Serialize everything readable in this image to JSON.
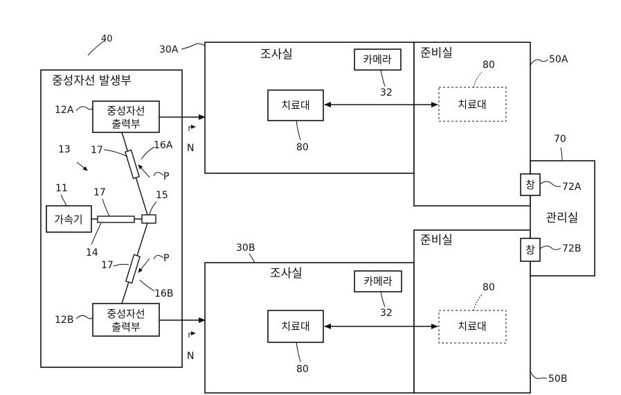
{
  "generator": {
    "id": "40",
    "title": "중성자선 발생부",
    "output_a": {
      "line1": "중성자선",
      "line2": "출력부",
      "id": "12A"
    },
    "output_b": {
      "line1": "중성자선",
      "line2": "출력부",
      "id": "12B"
    },
    "accelerator": {
      "label": "가속기",
      "id": "11"
    },
    "ids": {
      "transport": "13",
      "beamline": "14",
      "splitter": "15",
      "branch_a": "16A",
      "branch_b": "16B",
      "focus": "17",
      "particle": "P",
      "neutron": "N"
    }
  },
  "room_a": {
    "id": "30A",
    "title": "조사실",
    "camera": "카메라",
    "camera_id": "32",
    "table": "치료대",
    "table_id": "80"
  },
  "prep_a": {
    "id": "50A",
    "title": "준비실",
    "table": "치료대",
    "table_id": "80"
  },
  "room_b": {
    "id": "30B",
    "title": "조사실",
    "camera": "카메라",
    "camera_id": "32",
    "table": "치료대",
    "table_id": "80"
  },
  "prep_b": {
    "id": "50B",
    "title": "준비실",
    "table": "치료대",
    "table_id": "80"
  },
  "control": {
    "id": "70",
    "title": "관리실",
    "window": "창",
    "window_a_id": "72A",
    "window_b_id": "72B"
  }
}
